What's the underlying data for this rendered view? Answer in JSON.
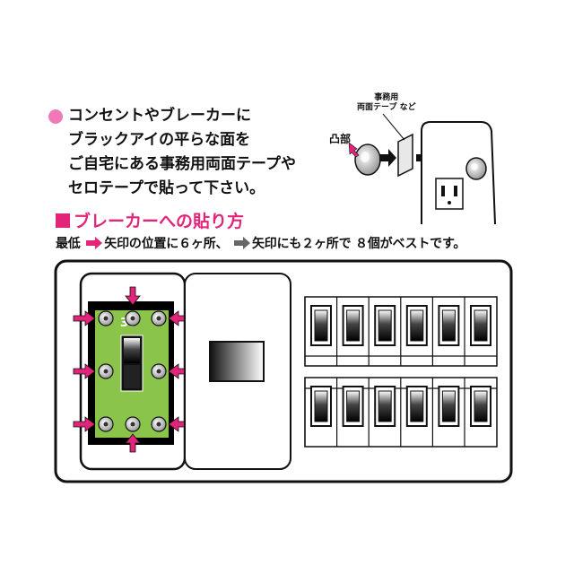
{
  "instructions": {
    "lines": [
      "コンセントやブレーカーに",
      "ブラックアイの平らな面を",
      "ご自宅にある事務用両面テープや",
      "セロテープで貼って下さい。"
    ]
  },
  "illustration": {
    "tape_label_line1": "事務用",
    "tape_label_line2": "両面テープ など",
    "bump_label": "凸部"
  },
  "section": {
    "title": "ブレーカーへの貼り方",
    "note_part1": "最低",
    "note_part2": "矢印の位置に６ヶ所、",
    "note_part3": "矢印にも２ヶ所で ８個がベストです。"
  },
  "panel": {
    "breaker_number": "30",
    "arrow_color": "#e2257a",
    "accent_green": "#8bc44a"
  }
}
